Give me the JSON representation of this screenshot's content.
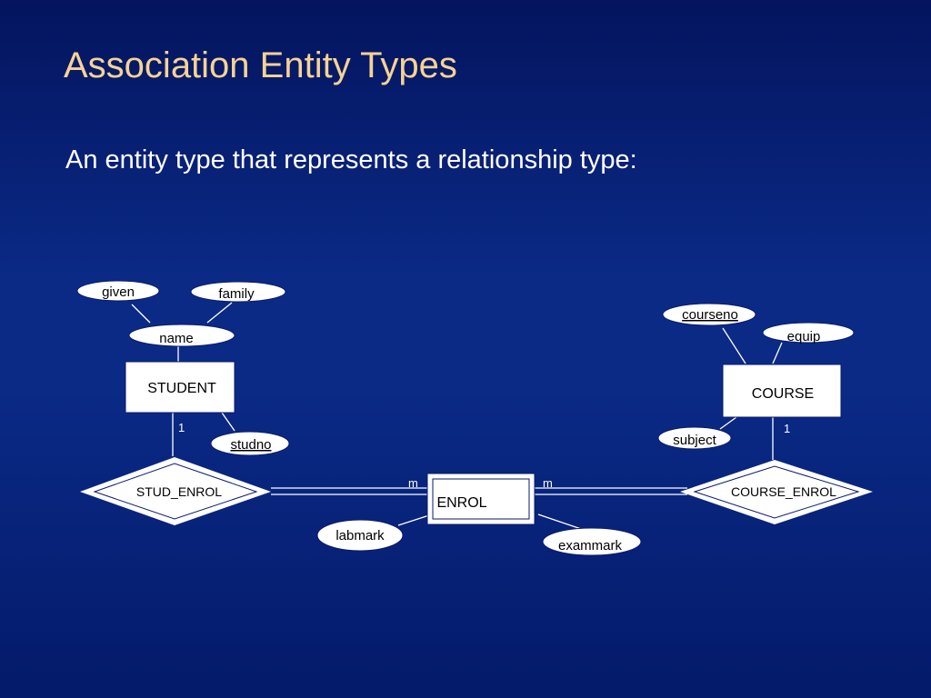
{
  "slide": {
    "title": "Association Entity Types",
    "subtitle": "An entity type that represents a relationship type:"
  },
  "diagram": {
    "entities": {
      "student": "STUDENT",
      "course": "COURSE",
      "enrol": "ENROL"
    },
    "relationships": {
      "stud_enrol": "STUD_ENROL",
      "course_enrol": "COURSE_ENROL"
    },
    "attributes": {
      "given": "given",
      "family": "family",
      "name": "name",
      "studno": "studno",
      "courseno": "courseno",
      "equip": "equip",
      "subject": "subject",
      "labmark": "labmark",
      "exammark": "exammark"
    },
    "cardinalities": {
      "student_side": "1",
      "course_side": "1",
      "enrol_left": "m",
      "enrol_right": "m"
    }
  },
  "colors": {
    "background": "#0a2a86",
    "title": "#f6d392",
    "subtitle": "#ffffff",
    "lines": "#ffffff",
    "shape_fill": "#ffffff",
    "shape_border": "#0a1a6a"
  }
}
